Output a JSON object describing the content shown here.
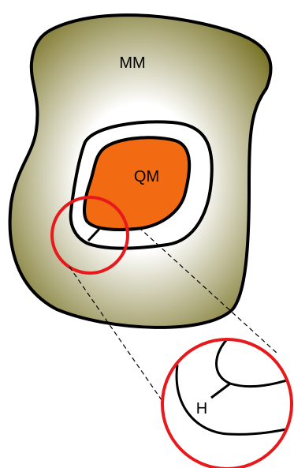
{
  "diagram": {
    "outer_region_label": "MM",
    "inner_region_label": "QM",
    "hydrogen_label": "H"
  },
  "colors": {
    "outer_region_edge": "#7a7428",
    "outer_region_center": "#ffffff",
    "inner_region": "#f26a12",
    "boundary_stroke": "#000000",
    "highlight_circle": "#e8191c",
    "zoom_lines": "#000000"
  }
}
